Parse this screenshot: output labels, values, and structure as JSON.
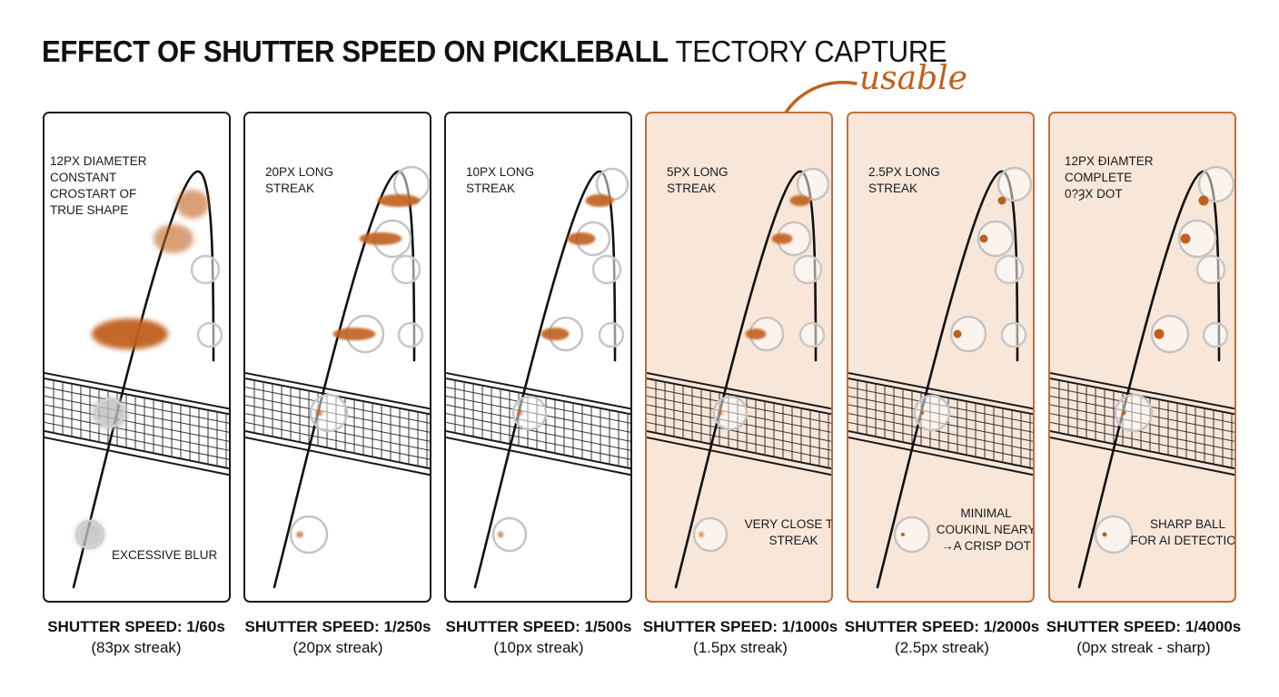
{
  "title": {
    "bold_part": "EFFECT OF SHUTTER SPEED ON PICKLEBALL",
    "light_part": "TECTORY CAPTURE"
  },
  "callout": {
    "text": "usable",
    "color": "#c0601e"
  },
  "colors": {
    "accent": "#c0601e",
    "highlight_bg": "#f8e6d9",
    "highlight_border": "#c0703a",
    "ink": "#1a1a1a"
  },
  "panels": [
    {
      "shutter": "SHUTTER SPEED: 1/60s",
      "streak": "(83px streak)",
      "note_top": [
        "12px DIAMETER",
        "CONSTANT",
        "CROSTART OF",
        "TRUE SHAPE"
      ],
      "note_bottom": [
        "EXCESSIVE BLUR"
      ],
      "highlighted": false
    },
    {
      "shutter": "SHUTTER SPEED: 1/250s",
      "streak": "(20px streak)",
      "note_top": [
        "20px LONG",
        "STREAK"
      ],
      "note_bottom": [],
      "highlighted": false
    },
    {
      "shutter": "SHUTTER SPEED: 1/500s",
      "streak": "(10px streak)",
      "note_top": [
        "10px LONG",
        "STREAK"
      ],
      "note_bottom": [],
      "highlighted": false
    },
    {
      "shutter": "SHUTTER SPEED: 1/1000s",
      "streak": "(1.5px streak)",
      "note_top": [
        "5px LONG",
        "STREAK"
      ],
      "note_bottom": [
        "VERY CLOSE TO",
        "STREAK"
      ],
      "highlighted": true
    },
    {
      "shutter": "SHUTTER SPEED: 1/2000s",
      "streak": "(2.5px streak)",
      "note_top": [
        "2.5px LONG",
        "STREAK"
      ],
      "note_bottom": [
        "MINIMAL",
        "COUKINL NEARY",
        "→A CRISP DOT"
      ],
      "highlighted": true
    },
    {
      "shutter": "SHUTTER SPEED: 1/4000s",
      "streak": "(0px streak - sharp)",
      "note_top": [
        "12px ÐIAMTER",
        "COMPLETE",
        "0?ȝx DOT"
      ],
      "note_bottom": [
        "SHARP BALL",
        "FOR AI DETECTION"
      ],
      "highlighted": true
    }
  ]
}
